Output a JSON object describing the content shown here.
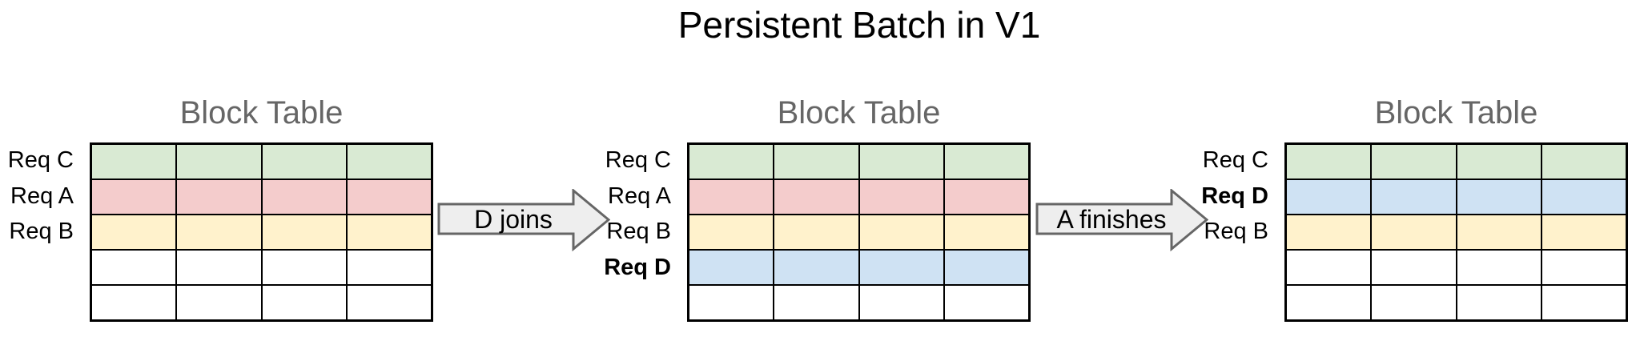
{
  "title": "Persistent Batch in V1",
  "tables": [
    {
      "heading": "Block Table",
      "rows": [
        {
          "label": "Req C",
          "bold": false,
          "color_key": "green"
        },
        {
          "label": "Req A",
          "bold": false,
          "color_key": "red"
        },
        {
          "label": "Req B",
          "bold": false,
          "color_key": "yellow"
        },
        {
          "label": "",
          "bold": false,
          "color_key": "white"
        },
        {
          "label": "",
          "bold": false,
          "color_key": "white"
        }
      ]
    },
    {
      "heading": "Block Table",
      "rows": [
        {
          "label": "Req C",
          "bold": false,
          "color_key": "green"
        },
        {
          "label": "Req A",
          "bold": false,
          "color_key": "red"
        },
        {
          "label": "Req B",
          "bold": false,
          "color_key": "yellow"
        },
        {
          "label": "Req D",
          "bold": true,
          "color_key": "blue"
        },
        {
          "label": "",
          "bold": false,
          "color_key": "white"
        }
      ]
    },
    {
      "heading": "Block Table",
      "rows": [
        {
          "label": "Req C",
          "bold": false,
          "color_key": "green"
        },
        {
          "label": "Req D",
          "bold": true,
          "color_key": "blue"
        },
        {
          "label": "Req B",
          "bold": false,
          "color_key": "yellow"
        },
        {
          "label": "",
          "bold": false,
          "color_key": "white"
        },
        {
          "label": "",
          "bold": false,
          "color_key": "white"
        }
      ]
    }
  ],
  "arrows": [
    {
      "label": "D joins"
    },
    {
      "label": "A finishes"
    }
  ],
  "columns_per_table": 4,
  "colors": {
    "green": "#d9ead3",
    "red": "#f4cccc",
    "yellow": "#fff2cc",
    "blue": "#cfe2f3",
    "white": "#ffffff",
    "grid_line": "#000000",
    "heading_text": "#666666",
    "arrow_fill": "#eeeeee",
    "arrow_stroke": "#666666"
  }
}
